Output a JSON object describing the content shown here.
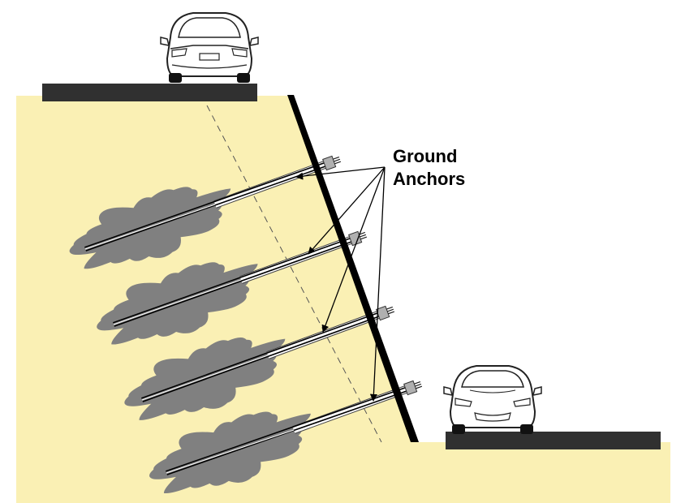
{
  "label": {
    "line1": "Ground",
    "line2": "Anchors"
  },
  "colors": {
    "soil": "#faf0b4",
    "grout": "#808080",
    "wall": "#000000",
    "road": "#303030",
    "tendon": "#ffffff",
    "leader": "#000000"
  },
  "icons": [
    "car-rear-icon",
    "car-front-icon"
  ],
  "anchor_count": 4
}
